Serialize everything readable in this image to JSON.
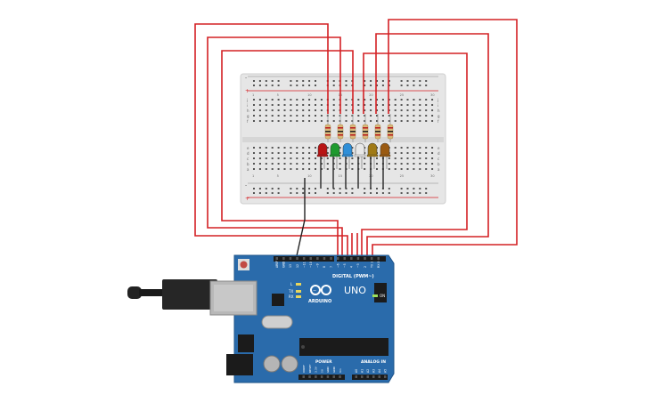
{
  "board": {
    "brand": "ARDUINO",
    "model": "UNO",
    "digital_label": "DIGITAL (PWM~)",
    "power_label": "POWER",
    "analog_label": "ANALOG IN",
    "on_label": "ON",
    "tx_label": "TX",
    "rx_label": "RX",
    "l_label": "L",
    "digital_pins": [
      "AREF",
      "GND",
      "13",
      "12",
      "~11",
      "~10",
      "~9",
      "8",
      "7",
      "~6",
      "~5",
      "4",
      "~3",
      "2",
      "TX 1",
      "RX 0"
    ],
    "power_pins": [
      "IOREF",
      "RESET",
      "3.3V",
      "5V",
      "GND",
      "GND",
      "Vin"
    ],
    "analog_pins": [
      "A0",
      "A1",
      "A2",
      "A3",
      "A4",
      "A5"
    ]
  },
  "breadboard": {
    "row_letters_top": [
      "j",
      "i",
      "h",
      "g",
      "f"
    ],
    "row_letters_bottom": [
      "e",
      "d",
      "c",
      "b",
      "a"
    ],
    "column_numbers": [
      "1",
      "5",
      "10",
      "15",
      "20",
      "25",
      "30"
    ],
    "rail_plus": "+",
    "rail_minus": "-"
  },
  "leds": [
    {
      "color": "#b81414",
      "name": "red"
    },
    {
      "color": "#1e9a2e",
      "name": "green"
    },
    {
      "color": "#2f8fd8",
      "name": "blue"
    },
    {
      "color": "#e8e8e8",
      "name": "white"
    },
    {
      "color": "#a07a16",
      "name": "yellow"
    },
    {
      "color": "#9a5a12",
      "name": "orange"
    }
  ],
  "colors": {
    "wire_red": "#d42024",
    "wire_black": "#222222",
    "board_blue": "#2a6bab",
    "breadboard": "#e6e6e6"
  }
}
